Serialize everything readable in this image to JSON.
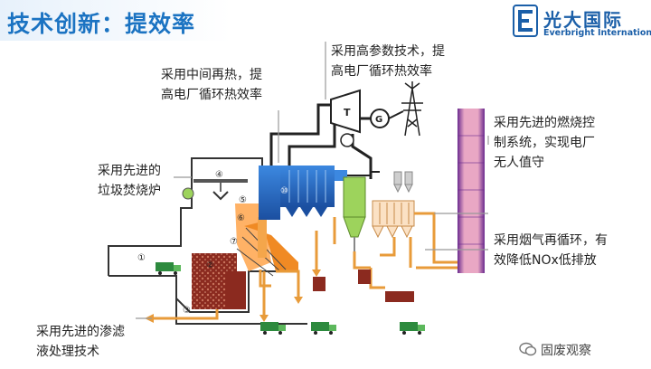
{
  "header": {
    "title": "技术创新：提效率"
  },
  "logo": {
    "name_cn": "光大国际",
    "name_en": "Everbright International",
    "mark": "E",
    "mark_color": "#1b5fa8"
  },
  "annotations": {
    "reheat": [
      "采用中间再热，提",
      "高电厂循环热效率"
    ],
    "high_params": [
      "采用高参数技术，提",
      "高电厂循环热效率"
    ],
    "combustion_control": [
      "采用先进的燃烧控",
      "制系统，实现电厂",
      "无人值守"
    ],
    "incinerator": [
      "采用先进的",
      "垃圾焚烧炉"
    ],
    "flue_gas": [
      "采用烟气再循环，有",
      "效降低NOx低排放"
    ],
    "leachate": [
      "采用先进的渗滤",
      "液处理技术"
    ]
  },
  "diagram_markers": {
    "furnace_1": "①",
    "grate_2": "②",
    "pit_3": "③",
    "crane_4": "④",
    "hopper_5": "⑤",
    "boiler_6": "⑥",
    "feed_7": "⑦",
    "economizer_10": "⑩",
    "turbine": "T",
    "generator": "G"
  },
  "watermark": {
    "text": "固废观察",
    "icon": "wechat-icon"
  },
  "colors": {
    "title": "#1b73c2",
    "pipe_orange": "#e89b3a",
    "pipe_black": "#222222",
    "boiler_blue": "#2a6fcf",
    "stack_pink": "#e9a7c4",
    "stack_purple": "#6a2a8e",
    "waste_red": "#8b2a1f",
    "tower_green": "#9dd35c"
  }
}
